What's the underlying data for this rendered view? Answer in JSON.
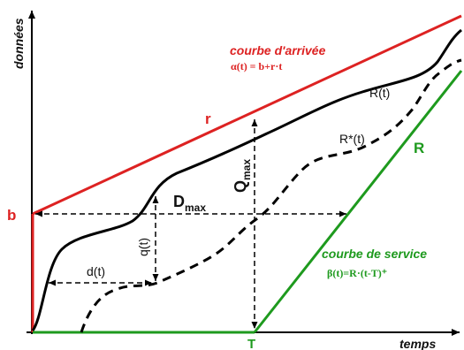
{
  "axes": {
    "y_label": "données",
    "x_label": "temps"
  },
  "labels": {
    "b": "b",
    "t": "T",
    "r": "r",
    "big_r": "R",
    "rt": "R(t)",
    "rstar": "R*(t)",
    "dmax": "D",
    "dmax_sub": "max",
    "qmax": "Q",
    "qmax_sub": "max",
    "qt": "q(t)",
    "dt": "d(t)"
  },
  "arrival_curve": {
    "name": "courbe d'arrivée",
    "formula": "α(t) = b+r·t"
  },
  "service_curve": {
    "name": "courbe de service",
    "formula": "β(t)=R·(t-T)⁺"
  },
  "colors": {
    "arrival": "#dd2222",
    "service": "#1e9a1e",
    "curves": "#000000"
  }
}
